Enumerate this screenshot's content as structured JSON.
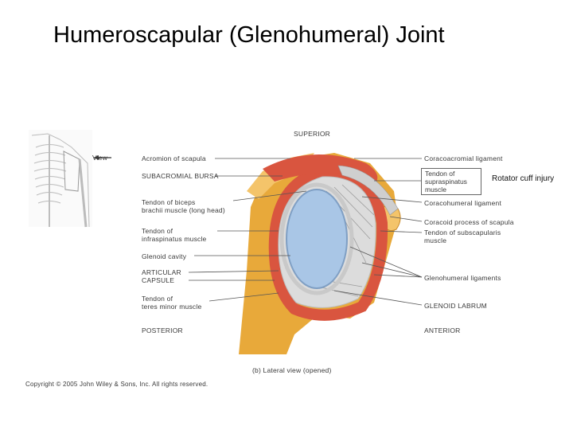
{
  "title": "Humeroscapular (Glenohumeral) Joint",
  "thumbnail": {
    "view_label": "View"
  },
  "labels_left": {
    "acromion": "Acromion of scapula",
    "bursa": "SUBACROMIAL BURSA",
    "biceps_1": "Tendon of biceps",
    "biceps_2": "brachii muscle (long head)",
    "infra_1": "Tendon of",
    "infra_2": "infraspinatus muscle",
    "glenoid_cavity": "Glenoid cavity",
    "capsule_1": "ARTICULAR",
    "capsule_2": "CAPSULE",
    "teres_1": "Tendon of",
    "teres_2": "teres minor muscle",
    "posterior": "POSTERIOR"
  },
  "labels_right": {
    "superior": "SUPERIOR",
    "coracoacromial": "Coracoacromial ligament",
    "supraspinatus_1": "Tendon of",
    "supraspinatus_2": "supraspinatus",
    "supraspinatus_3": "muscle",
    "coracohumeral": "Coracohumeral ligament",
    "coracoid": "Coracoid process of scapula",
    "subscap_1": "Tendon of subscapularis",
    "subscap_2": "muscle",
    "glenohumeral_lig": "Glenohumeral ligaments",
    "labrum": "GLENOID LABRUM",
    "anterior": "ANTERIOR"
  },
  "annotation": "Rotator cuff injury",
  "caption": "(b) Lateral view (opened)",
  "copyright": "Copyright © 2005 John Wiley & Sons, Inc. All rights reserved.",
  "colors": {
    "bone": "#e8a93a",
    "bone_light": "#f4c46a",
    "muscle": "#d9553f",
    "cartilage": "#a9c6e6",
    "ligament": "#d8d8d8"
  }
}
